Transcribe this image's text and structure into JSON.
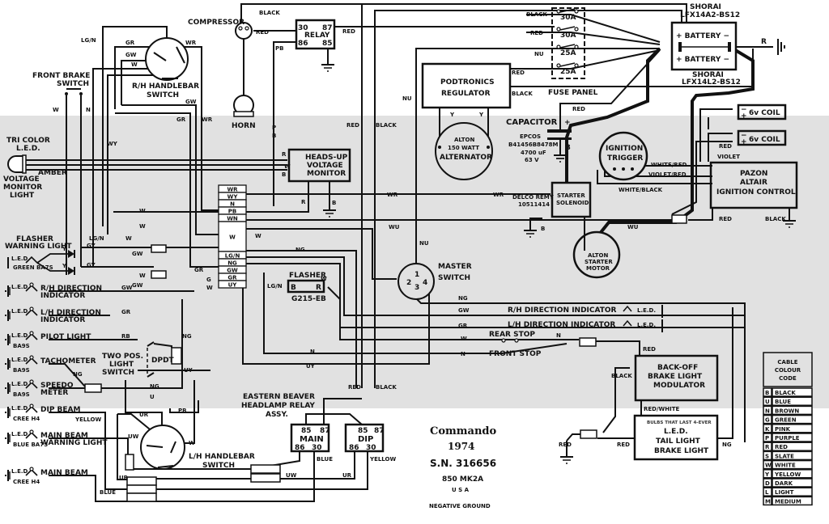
{
  "diagram": {
    "title": {
      "model": "Commando",
      "year": "1974",
      "serial": "S.N. 316656",
      "variant": "850 MK2A",
      "country": "U S A",
      "ground": "NEGATIVE GROUND"
    },
    "components": {
      "compressor": "COMPRESSOR",
      "horn": "HORN",
      "relay": {
        "name": "RELAY",
        "p30": "30",
        "p87": "87",
        "p86": "86",
        "p85": "85"
      },
      "rh_switch": "R/H HANDLEBAR SWITCH",
      "front_brake_switch": "FRONT BRAKE SWITCH",
      "tri_led": "TRI COLOR L.E.D.",
      "voltage_light": "VOLTAGE MONITOR LIGHT",
      "headsup": "HEADS-UP VOLTAGE MONITOR",
      "regulator": "PODTRONICS REGULATOR",
      "alternator": {
        "l1": "ALTON",
        "l2": "150 WATT",
        "l3": "ALTERNATOR"
      },
      "fuse_panel": {
        "name": "FUSE PANEL",
        "fuses": [
          "30A",
          "30A",
          "25A",
          "25A"
        ]
      },
      "battery_top_model": "SHORAI LFX14A2-BS12",
      "battery_bottom_model": "SHORAI LFX14L2-BS12",
      "battery": "BATTERY",
      "capacitor": {
        "name": "CAPACITOR",
        "brand": "EPCOS",
        "part": "B41456B8478M",
        "cap": "4700 uF",
        "volt": "63 V"
      },
      "coil": "6v COIL",
      "ignition_trigger": "IGNITION TRIGGER",
      "pazon": {
        "l1": "PAZON",
        "l2": "ALTAIR",
        "l3": "IGNITION CONTROL"
      },
      "delco": {
        "l1": "DELCO REMY",
        "l2": "10511414"
      },
      "solenoid": {
        "l1": "STARTER",
        "l2": "SOLENOID"
      },
      "starter_motor": {
        "l1": "ALTON",
        "l2": "STARTER",
        "l3": "MOTOR"
      },
      "master_switch": "MASTER SWITCH",
      "flasher": {
        "name": "FLASHER",
        "part": "G215-EB",
        "b": "B",
        "r": "R"
      },
      "flasher_warning": "FLASHER WARNING LIGHT",
      "rh_dir": "R/H DIRECTION INDICATOR",
      "lh_dir": "L/H DIRECTION INDICATOR",
      "pilot": "PILOT LIGHT",
      "tacho": "TACHOMETER",
      "speedo": "SPEEDO METER",
      "dip_beam": "DIP BEAM",
      "main_beam_warn": "MAIN BEAM WARNING LIGHT",
      "main_beam": "MAIN BEAM",
      "two_pos_switch": "TWO POS. LIGHT SWITCH",
      "dpdt": "DPDT",
      "lh_switch": "L/H HANDLEBAR SWITCH",
      "headlamp_relay": "EASTERN BEAVER HEADLAMP RELAY ASSY.",
      "main_relay": "MAIN",
      "dip_relay": "DIP",
      "rear_stop": "REAR STOP",
      "front_stop": "FRONT STOP",
      "modulator": {
        "l1": "BACK-OFF",
        "l2": "BRAKE LIGHT",
        "l3": "MODULATOR"
      },
      "tail": {
        "tag": "BULBS THAT LAST 4-EVER",
        "l1": "L.E.D.",
        "l2": "TAIL LIGHT",
        "l3": "BRAKE LIGHT"
      },
      "led": "L.E.D.",
      "green_ba7s": "GREEN BA7S",
      "ba9s": "BA9S",
      "cree_h4": "CREE H4",
      "blue_ba7s": "BLUE BA7S",
      "amber": "AMBER"
    },
    "connector_block": [
      "WR",
      "WY",
      "N",
      "PB",
      "WN",
      "W",
      "LG/N",
      "NG",
      "GW",
      "GR",
      "UY"
    ],
    "wire_labels": {
      "black": "BLACK",
      "red": "RED",
      "nu": "NU",
      "wr": "WR",
      "wu": "WU",
      "w": "W",
      "n": "N",
      "gw": "GW",
      "gr": "GR",
      "gy": "GY",
      "y": "Y",
      "lgn": "LG/N",
      "wy": "WY",
      "pb": "PB",
      "ng": "NG",
      "rb": "RB",
      "uy": "UY",
      "u": "U",
      "ur": "UR",
      "uw": "UW",
      "blue": "BLUE",
      "yellow": "YELLOW",
      "white_red": "WHITE/RED",
      "violet_red": "VIOLET/RED",
      "white_black": "WHITE/BLACK",
      "violet": "VIOLET",
      "red_white": "RED/WHITE",
      "r": "R",
      "b": "B",
      "p": "P",
      "g": "G"
    },
    "colour_code": {
      "title_l1": "CABLE",
      "title_l2": "COLOUR",
      "title_l3": "CODE",
      "rows": [
        {
          "code": "B",
          "name": "BLACK"
        },
        {
          "code": "U",
          "name": "BLUE"
        },
        {
          "code": "N",
          "name": "BROWN"
        },
        {
          "code": "G",
          "name": "GREEN"
        },
        {
          "code": "K",
          "name": "PINK"
        },
        {
          "code": "P",
          "name": "PURPLE"
        },
        {
          "code": "R",
          "name": "RED"
        },
        {
          "code": "S",
          "name": "SLATE"
        },
        {
          "code": "W",
          "name": "WHITE"
        },
        {
          "code": "Y",
          "name": "YELLOW"
        },
        {
          "code": "D",
          "name": "DARK"
        },
        {
          "code": "L",
          "name": "LIGHT"
        },
        {
          "code": "M",
          "name": "MEDIUM"
        }
      ]
    }
  }
}
